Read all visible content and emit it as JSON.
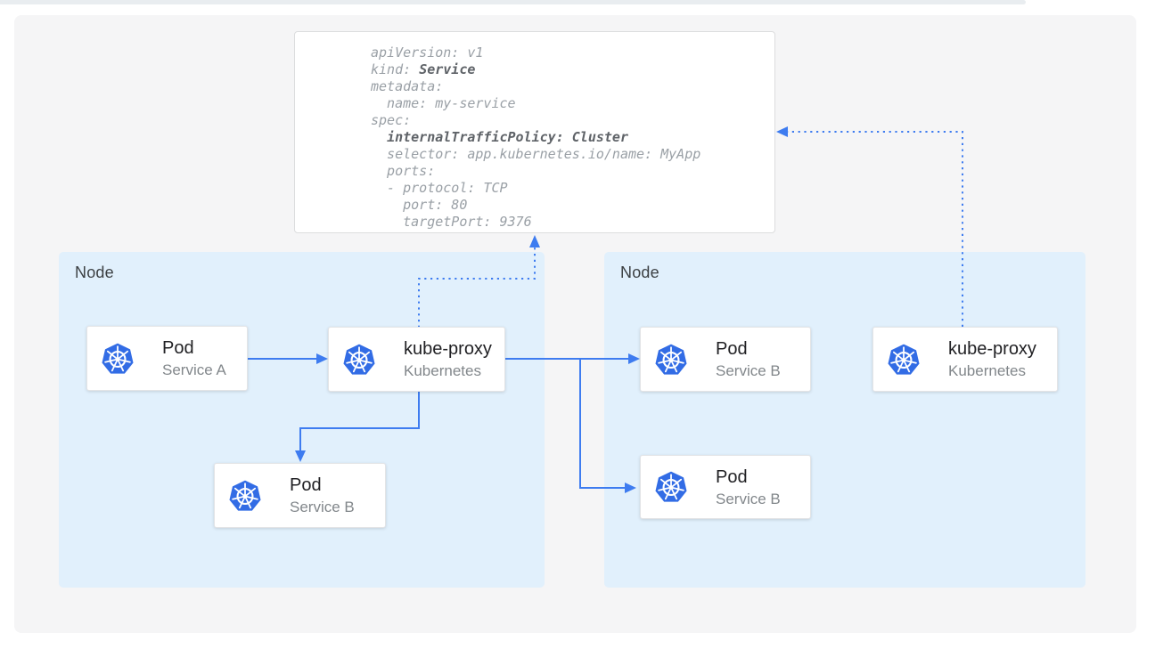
{
  "colors": {
    "arrow_blue": "#3e7cf0",
    "kubernetes_blue": "#326ce5",
    "node_fill": "#e1f0fc",
    "panel_fill": "#f5f5f6",
    "topbar_fill": "#e9edf0",
    "card_title_text": "#212124",
    "card_subtitle_text": "#82878b",
    "node_label_text": "#3c4043",
    "code_text": "#9aa0a6",
    "code_bold_text": "#5f6368"
  },
  "yaml_box": {
    "lines": [
      [
        {
          "t": "apiVersion: v1",
          "b": false
        }
      ],
      [
        {
          "t": "kind: ",
          "b": false
        },
        {
          "t": "Service",
          "b": true
        }
      ],
      [
        {
          "t": "metadata:",
          "b": false
        }
      ],
      [
        {
          "t": "  name: my-service",
          "b": false
        }
      ],
      [
        {
          "t": "spec:",
          "b": false
        }
      ],
      [
        {
          "t": "  ",
          "b": false
        },
        {
          "t": "internalTrafficPolicy: Cluster",
          "b": true
        }
      ],
      [
        {
          "t": "  selector: app.kubernetes.io/name: MyApp",
          "b": false
        }
      ],
      [
        {
          "t": "  ports:",
          "b": false
        }
      ],
      [
        {
          "t": "  - protocol: TCP",
          "b": false
        }
      ],
      [
        {
          "t": "    port: 80",
          "b": false
        }
      ],
      [
        {
          "t": "    targetPort: 9376",
          "b": false
        }
      ]
    ]
  },
  "node_left": {
    "label": "Node"
  },
  "node_right": {
    "label": "Node"
  },
  "cards": {
    "pod_a": {
      "title": "Pod",
      "subtitle": "Service A",
      "icon": "kubernetes"
    },
    "kube_proxy_left": {
      "title": "kube-proxy",
      "subtitle": "Kubernetes",
      "icon": "kubernetes"
    },
    "pod_b_left": {
      "title": "Pod",
      "subtitle": "Service B",
      "icon": "kubernetes"
    },
    "pod_b_right_top": {
      "title": "Pod",
      "subtitle": "Service B",
      "icon": "kubernetes"
    },
    "kube_proxy_right": {
      "title": "kube-proxy",
      "subtitle": "Kubernetes",
      "icon": "kubernetes"
    },
    "pod_b_right_bottom": {
      "title": "Pod",
      "subtitle": "Service B",
      "icon": "kubernetes"
    }
  }
}
